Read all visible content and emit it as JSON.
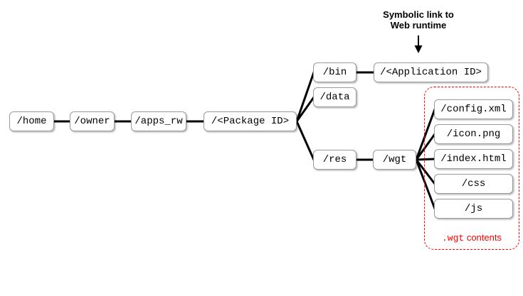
{
  "diagram": {
    "title_semantic": "Application package directory structure",
    "nodes": {
      "home": {
        "label": "/home"
      },
      "owner": {
        "label": "/owner"
      },
      "apps_rw": {
        "label": "/apps_rw"
      },
      "package_id": {
        "label": "/<Package ID>"
      },
      "bin": {
        "label": "/bin"
      },
      "data_dir": {
        "label": "/data"
      },
      "application_id": {
        "label": "/<Application ID>"
      },
      "res": {
        "label": "/res"
      },
      "wgt": {
        "label": "/wgt"
      },
      "config_xml": {
        "label": "/config.xml"
      },
      "icon_png": {
        "label": "/icon.png"
      },
      "index_html": {
        "label": "/index.html"
      },
      "css": {
        "label": "/css"
      },
      "js": {
        "label": "/js"
      }
    },
    "annotation": {
      "line1": "Symbolic link to",
      "line2": "Web runtime"
    },
    "wgt_contents": {
      "code": ".wgt",
      "text": " contents"
    },
    "colors": {
      "highlight_red": "#ff0000",
      "connector_black": "#000000",
      "box_border_gray": "#9a9a9a",
      "box_fill_white": "#ffffff"
    }
  }
}
